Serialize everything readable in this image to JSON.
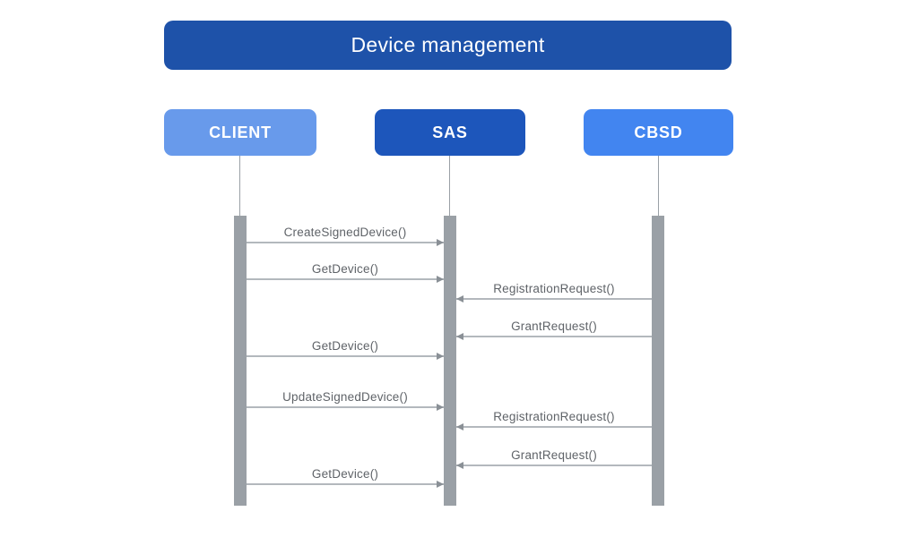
{
  "diagram": {
    "title": "Device management",
    "colors": {
      "title_bg": "#1e52a9",
      "client_bg": "#689aeb",
      "sas_bg": "#1d56bb",
      "cbsd_bg": "#4285f0",
      "lifeline": "#9aa0a6",
      "message_text": "#5f6368"
    },
    "actors": [
      {
        "id": "client",
        "label": "CLIENT"
      },
      {
        "id": "sas",
        "label": "SAS"
      },
      {
        "id": "cbsd",
        "label": "CBSD"
      }
    ],
    "messages": [
      {
        "label": "CreateSignedDevice()",
        "from": "CLIENT",
        "to": "SAS"
      },
      {
        "label": "GetDevice()",
        "from": "CLIENT",
        "to": "SAS"
      },
      {
        "label": "RegistrationRequest()",
        "from": "CBSD",
        "to": "SAS"
      },
      {
        "label": "GrantRequest()",
        "from": "CBSD",
        "to": "SAS"
      },
      {
        "label": "GetDevice()",
        "from": "CLIENT",
        "to": "SAS"
      },
      {
        "label": "UpdateSignedDevice()",
        "from": "CLIENT",
        "to": "SAS"
      },
      {
        "label": "RegistrationRequest()",
        "from": "CBSD",
        "to": "SAS"
      },
      {
        "label": "GrantRequest()",
        "from": "CBSD",
        "to": "SAS"
      },
      {
        "label": "GetDevice()",
        "from": "CLIENT",
        "to": "SAS"
      }
    ]
  }
}
